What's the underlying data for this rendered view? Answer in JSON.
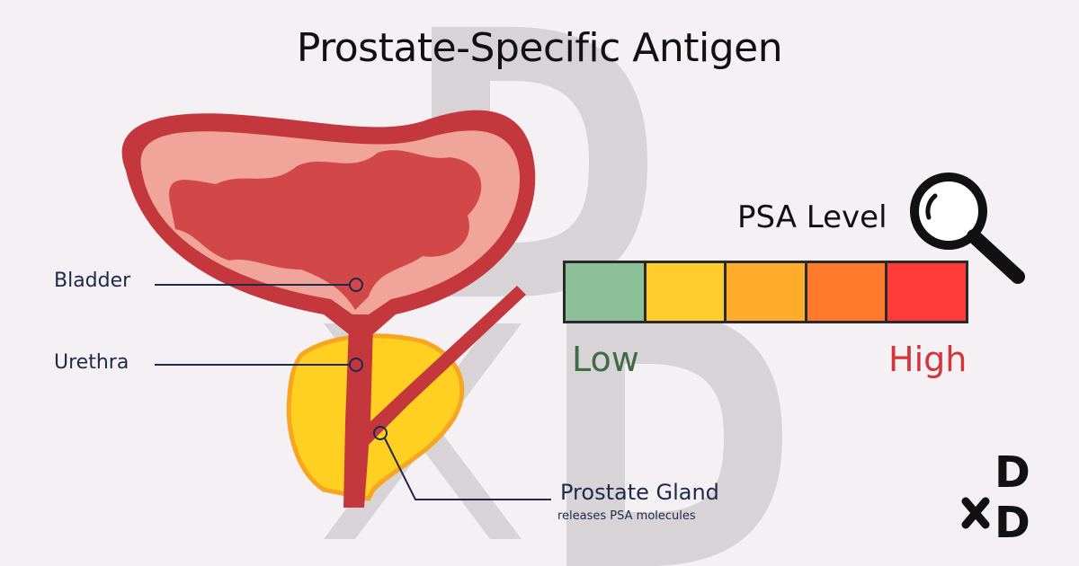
{
  "title": "Prostate-Specific Antigen",
  "labels": {
    "bladder": "Bladder",
    "urethra": "Urethra",
    "prostate": "Prostate Gland",
    "prostate_note": "releases PSA molecules"
  },
  "psa": {
    "heading": "PSA Level",
    "low": "Low",
    "high": "High",
    "segments": [
      {
        "color": "#8cc098"
      },
      {
        "color": "#ffcc2e"
      },
      {
        "color": "#ffab2c"
      },
      {
        "color": "#ff7a2c"
      },
      {
        "color": "#ff3b39"
      }
    ]
  },
  "icons": {
    "magnifier": "magnifying-glass-icon",
    "logo": "dxd-logo"
  },
  "logo": {
    "text_top": "D",
    "text_bottom": "D"
  },
  "colors": {
    "bladder_outer": "#c4373d",
    "bladder_wall": "#f1a49a",
    "bladder_inner": "#d24848",
    "prostate": "#ffd021",
    "prostate_edge": "#f7a621",
    "label_line": "#1d2a4a",
    "watermark": "#d6d2d5"
  }
}
